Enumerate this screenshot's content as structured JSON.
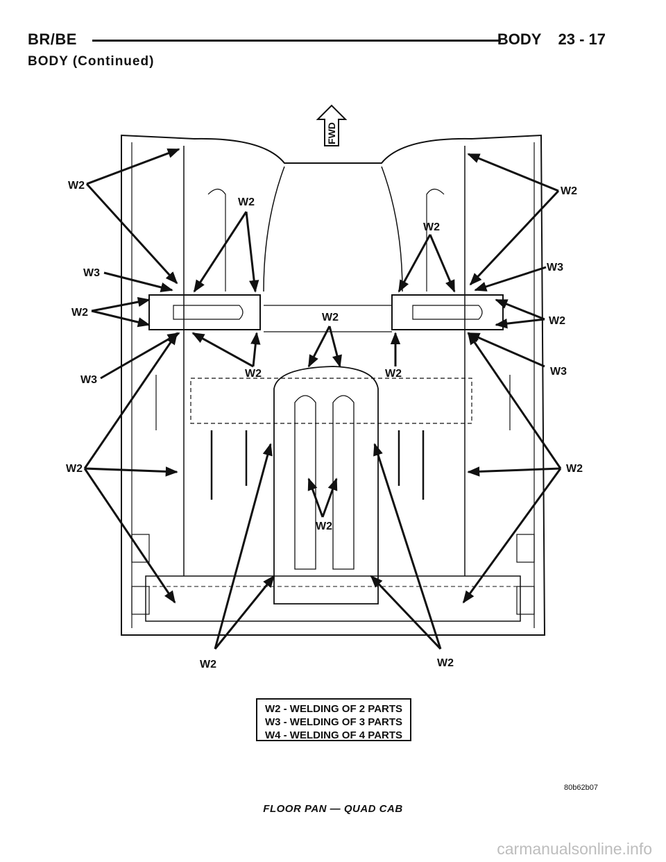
{
  "header": {
    "left": "BR/BE",
    "section": "BODY",
    "page": "23 - 17"
  },
  "subheading": "BODY (Continued)",
  "diagram": {
    "fwd_label": "FWD",
    "callouts": [
      "W2",
      "W2",
      "W3",
      "W2",
      "W3",
      "W2",
      "W2",
      "W2",
      "W3",
      "W2",
      "W3",
      "W2",
      "W2",
      "W2",
      "W2",
      "W2",
      "W2",
      "W2"
    ]
  },
  "legend": {
    "lines": [
      "W2 - WELDING OF 2 PARTS",
      "W3 - WELDING OF 3 PARTS",
      "W4 - WELDING OF 4 PARTS"
    ]
  },
  "figure_code": "80b62b07",
  "caption": "FLOOR PAN — QUAD CAB",
  "watermark": "carmanualsonline.info"
}
